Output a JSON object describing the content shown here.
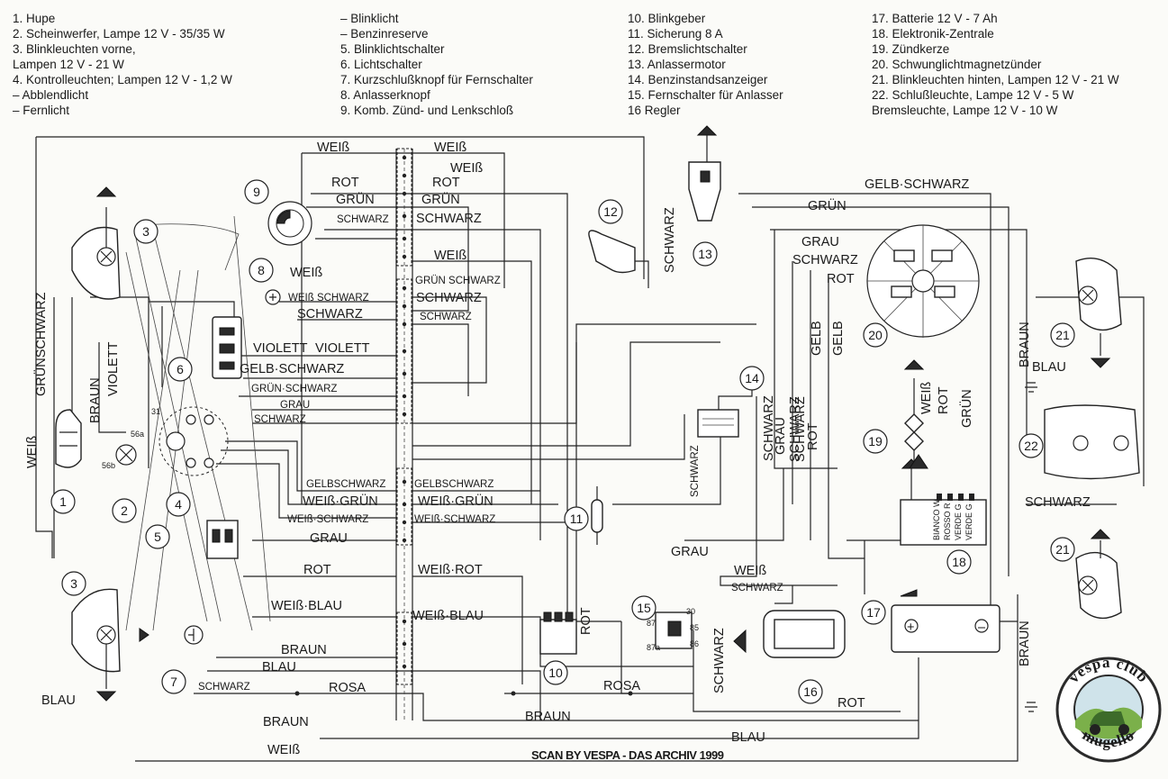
{
  "legend": [
    [
      "1. Hupe",
      "2. Scheinwerfer, Lampe 12 V - 35/35 W",
      "3. Blinkleuchten vorne,",
      "    Lampen 12 V - 21 W",
      "4. Kontrolleuchten; Lampen 12 V - 1,2 W",
      "    – Abblendlicht",
      "    – Fernlicht"
    ],
    [
      "    – Blinklicht",
      "    – Benzinreserve",
      "5. Blinklichtschalter",
      "6. Lichtschalter",
      "7. Kurzschlußknopf für Fernschalter",
      "8. Anlasserknopf",
      "9. Komb. Zünd- und Lenkschloß"
    ],
    [
      "10. Blinkgeber",
      "11. Sicherung 8 A",
      "12. Bremslichtschalter",
      "13. Anlassermotor",
      "14. Benzinstandsanzeiger",
      "15. Fernschalter für Anlasser",
      "16 Regler"
    ],
    [
      "17. Batterie 12 V - 7 Ah",
      "18. Elektronik-Zentrale",
      "19. Zündkerze",
      "20. Schwunglichtmagnetzünder",
      "21. Blinkleuchten hinten, Lampen 12 V - 21 W",
      "22. Schlußleuchte, Lampe 12 V - 5 W",
      "      Bremsleuchte, Lampe 12 V - 10 W"
    ]
  ],
  "wire_labels": [
    "WEIß",
    "WEIß",
    "WEIß",
    "ROT",
    "ROT",
    "GRÜN",
    "GRÜN",
    "SCHWARZ",
    "SCHWARZ",
    "WEIß",
    "WEIß",
    "GRÜN SCHWARZ",
    "WEIß SCHWARZ",
    "SCHWARZ",
    "SCHWARZ",
    "SCHWARZ",
    "VIOLETT",
    "VIOLETT",
    "GELB·SCHWARZ",
    "GRÜN·SCHWARZ",
    "GRAU",
    "SCHWARZ",
    "GELBSCHWARZ",
    "GELBSCHWARZ",
    "WEIß·GRÜN",
    "WEIß·GRÜN",
    "WEIß·SCHWARZ",
    "WEIß·SCHWARZ",
    "GRAU",
    "ROT",
    "WEIß·ROT",
    "WEIß·BLAU",
    "WEIß·BLAU",
    "BRAUN",
    "BLAU",
    "SCHWARZ",
    "ROSA",
    "ROSA",
    "BLAU",
    "BRAUN",
    "BRAUN",
    "BLAU",
    "WEIß",
    "GELB·SCHWARZ",
    "GRÜN",
    "GRAU",
    "SCHWARZ",
    "ROT",
    "GRAU",
    "WEIß",
    "SCHWARZ",
    "ROT",
    "SCHWARZ",
    "BRAUN",
    "BLAU",
    "SCHWARZ",
    "BRAUN",
    "GRÜNSCHWARZ",
    "BRAUN",
    "VIOLETT",
    "WEIß",
    "SCHWARZ",
    "SCHWARZ",
    "GRAU",
    "SCHWARZ",
    "ROT",
    "GELB",
    "GELB",
    "WEIß",
    "ROT",
    "GRÜN",
    "SCHWARZ",
    "ROT",
    "SCHWARZ"
  ],
  "component_numbers": [
    "1",
    "2",
    "3",
    "3",
    "4",
    "5",
    "6",
    "7",
    "8",
    "9",
    "10",
    "11",
    "12",
    "13",
    "14",
    "15",
    "16",
    "17",
    "18",
    "19",
    "20",
    "21",
    "21",
    "22"
  ],
  "small_labels": [
    "31",
    "56a",
    "56b",
    "30",
    "87",
    "85",
    "86",
    "87a",
    "BIANCO W",
    "ROSSO R",
    "VERDE G",
    "VERDE G"
  ],
  "battery_signs": [
    "+",
    "–"
  ],
  "credit": "SCAN BY VESPA - DAS ARCHIV 1999",
  "badge": {
    "top": "vespa club",
    "bottom": "mugello"
  },
  "colors": {
    "ink": "#1a1a1a",
    "paper": "#fbfbf8",
    "badge_ring": "#2b2b2b",
    "badge_sky": "#cfe3ea",
    "badge_land": "#7bb04a"
  }
}
